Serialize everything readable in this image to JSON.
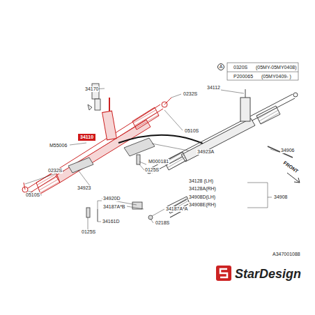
{
  "diagram": {
    "labels": [
      "34170",
      "0232S",
      "M55006",
      "0510S",
      "34110",
      "34923A",
      "M000181",
      "0125S",
      "0232S",
      "0510S",
      "34923",
      "34920D",
      "34187A*B",
      "0125S",
      "34161D",
      "0218S",
      "34187A*A",
      "A",
      "0320S",
      "(05MY-05MY0408)",
      "P200065",
      "(05MY0409- )",
      "34112",
      "34906",
      "FRONT",
      "34128 (LH)",
      "34128A(RH)",
      "34908D(LH)",
      "34908E(RH)",
      "34908",
      "A347001088",
      "StarDesign"
    ]
  }
}
